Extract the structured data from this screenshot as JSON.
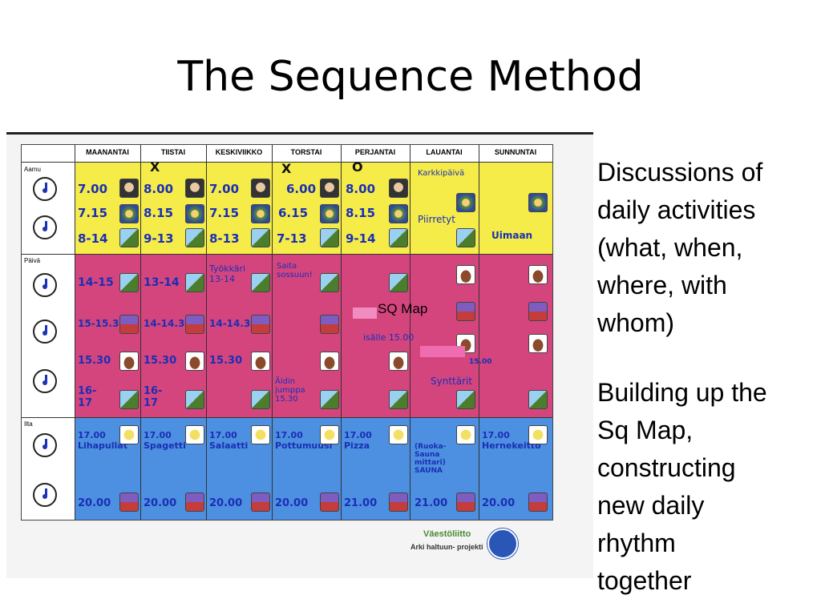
{
  "slide": {
    "title": "The Sequence Method",
    "overlay_label": "SQ Map",
    "text_blocks": [
      [
        "Discussions of",
        "daily activities",
        "(what, when,",
        "where, with",
        "whom)"
      ],
      [
        "Building up the",
        "Sq Map,",
        "constructing",
        "new daily",
        "rhythm",
        "together"
      ]
    ]
  },
  "schedule": {
    "days": [
      "MAANANTAI",
      "TIISTAI",
      "KESKIVIIKKO",
      "TORSTAI",
      "PERJANTAI",
      "LAUANTAI",
      "SUNNUNTAI"
    ],
    "periods": [
      "Aamu",
      "Päivä",
      "Ilta"
    ],
    "rows": [
      [
        "7.00",
        "8.00",
        "7.00",
        "6.00",
        "8.00",
        "Karkkipäivä",
        ""
      ],
      [
        "7.15",
        "8.15",
        "7.15",
        "6.15",
        "8.15",
        "Piirretyt",
        ""
      ],
      [
        "8-14",
        "9-13",
        "8-13",
        "7-13",
        "9-14",
        "",
        "Uimaan"
      ],
      [
        "14-15",
        "13-14",
        "Työkkäri 13-14",
        "Saita sossuun!",
        "",
        "",
        ""
      ],
      [
        "15-15.30",
        "14-14.30",
        "14-14.30",
        "",
        "isälle 15.00",
        "15.00",
        ""
      ],
      [
        "15.30",
        "15.30",
        "15.30",
        "",
        "",
        "Synttärit",
        ""
      ],
      [
        "16-17",
        "16-17",
        "",
        "Äidin jumppa 15.30",
        "",
        "",
        ""
      ],
      [
        "17.00 Lihapullat",
        "17.00 Spagetti",
        "17.00 Salaatti",
        "17.00 Pottumuusi",
        "17.00 Pizza",
        "(Ruoka-Sauna mittari) SAUNA",
        "17.00 Hernekeitto"
      ],
      [
        "20.00",
        "20.00",
        "20.00",
        "20.00",
        "21.00",
        "21.00",
        "20.00"
      ]
    ],
    "marks": [
      "X",
      "X",
      "O"
    ],
    "logo": {
      "name": "Väestöliitto",
      "subtitle": "Arki haltuun- projekti"
    }
  }
}
